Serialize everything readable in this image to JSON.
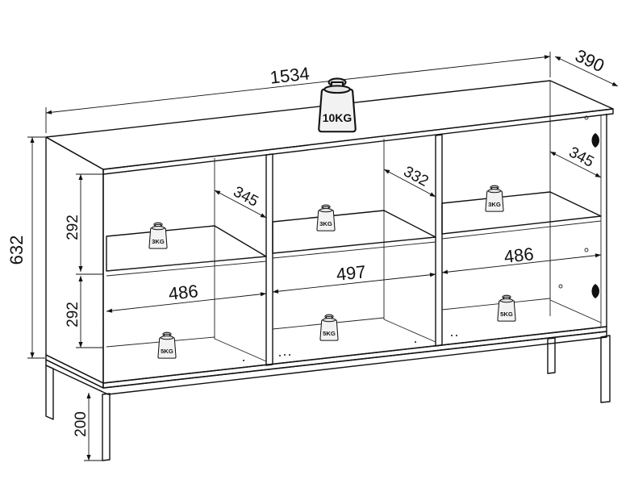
{
  "dimensions": {
    "width": "1534",
    "depth": "390",
    "height": "632",
    "shelf_top_left": "292",
    "shelf_bottom_left": "292",
    "leg_height": "200",
    "depth_left_upper": "345",
    "depth_middle_upper": "332",
    "depth_right_upper": "345",
    "width_left_lower": "486",
    "width_middle_lower": "497",
    "width_right_lower": "486"
  },
  "load_labels": {
    "top": "10KG",
    "left_upper": "3KG",
    "middle_upper": "3KG",
    "right_upper": "3KG",
    "left_lower": "5KG",
    "middle_lower": "5KG",
    "right_lower": "5KG"
  },
  "colors": {
    "line": "#111111",
    "background": "#ffffff"
  }
}
